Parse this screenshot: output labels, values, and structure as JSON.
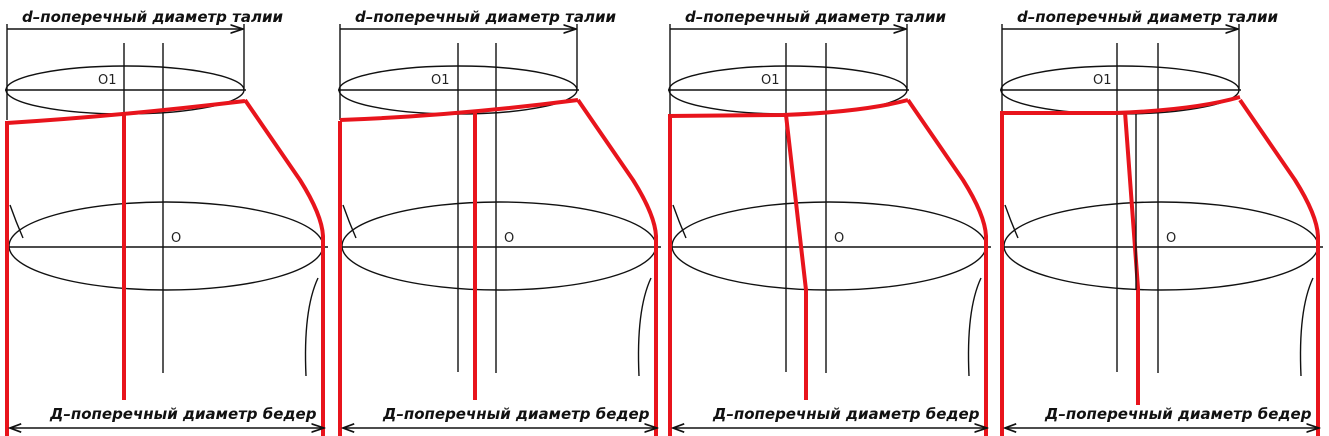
{
  "colors": {
    "ink": "#111111",
    "red": "#e8141c"
  },
  "panels": [
    {
      "top_label": "d–поперечный диаметр талии",
      "bottom_label": "Д–поперечный диаметр бедер",
      "waist_center": "O1",
      "hip_center": "O"
    },
    {
      "top_label": "d–поперечный диаметр талии",
      "bottom_label": "Д–поперечный диаметр бедер",
      "waist_center": "O1",
      "hip_center": "O"
    },
    {
      "top_label": "d–поперечный диаметр талии",
      "bottom_label": "Д–поперечный диаметр бедер",
      "waist_center": "O1",
      "hip_center": "O"
    },
    {
      "top_label": "d–поперечный диаметр талии",
      "bottom_label": "Д–поперечный диаметр бедер",
      "waist_center": "O1",
      "hip_center": "O"
    }
  ]
}
